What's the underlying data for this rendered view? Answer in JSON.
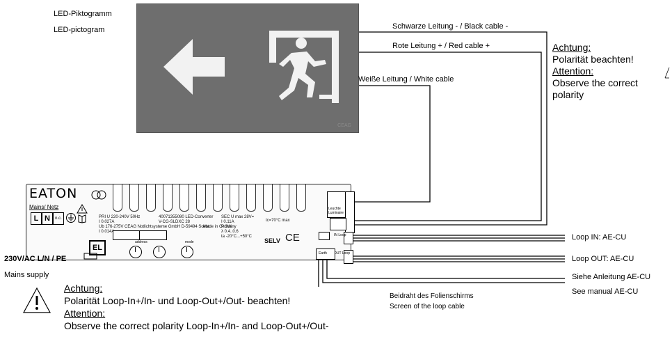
{
  "pictogram": {
    "label_de": "LED-Piktogramm",
    "label_en": "LED-pictogram",
    "brand": "CEAG"
  },
  "cables": {
    "black": "Schwarze Leitung - / Black cable -",
    "red": "Rote Leitung + / Red cable +",
    "white": "Weiße Leitung / White cable"
  },
  "polarity_note": {
    "heading_de": "Achtung:",
    "text_de": "Polarität beachten!",
    "heading_en": "Attention:",
    "text_en_1": "Observe the correct",
    "text_en_2": "polarity"
  },
  "converter": {
    "brand": "EATON",
    "mains_label": "Mains/ Netz",
    "terminals": [
      "L",
      "N",
      "n.c."
    ],
    "el_mark": "EL",
    "address_label": "address",
    "mode_label": "mode",
    "selv": "SELV",
    "ce": "CE",
    "tc": "tc=70°C max",
    "spec_pri_1": "PRI U  220-240V 50Hz",
    "spec_pri_2": "I  0.027A",
    "spec_pri_3": "Ub 176-275V  CEAG Notlichtsysteme GmbH D-59494 Soest",
    "spec_pri_4": "I  0.014A",
    "spec_model_1": "40071355080   LED-Converter",
    "spec_model_2": "V-CG-SLDXC 28",
    "spec_model_3": "Made in Germany",
    "spec_sec_1": "SEC U  max 28V=",
    "spec_sec_2": "I  0.11A",
    "spec_sec_3": "P  3W",
    "spec_sec_4": "λ  0.4..0.6",
    "spec_sec_5": "ta  -20°C...+50°C",
    "leuchte": "Leuchte Luminaire",
    "loop_in": "IN Loop",
    "loop_out": "OUT Loop",
    "earth": "Earth"
  },
  "mains": {
    "supply_spec": "230V/AC L/N / PE",
    "supply_label": "Mains supply"
  },
  "right_labels": {
    "loop_in": "Loop IN: AE-CU",
    "loop_out": "Loop OUT: AE-CU",
    "siehe": "Siehe Anleitung AE-CU",
    "see": "See manual AE-CU"
  },
  "screen_note": {
    "de": "Beidraht des Folienschirms",
    "en": "Screen of the loop cable"
  },
  "loop_note": {
    "heading_de": "Achtung:",
    "text_de": "Polarität Loop-In+/In- und Loop-Out+/Out- beachten!",
    "heading_en": "Attention:",
    "text_en": "Observe the correct polarity Loop-In+/In- and Loop-Out+/Out-"
  }
}
